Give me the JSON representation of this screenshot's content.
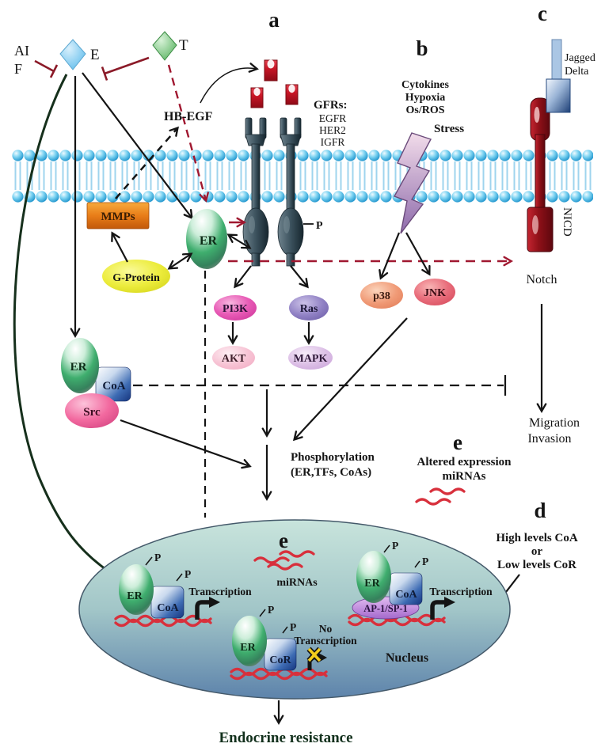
{
  "title": "Endocrine resistance signaling pathway diagram",
  "colors": {
    "membrane_head": "#1d93cc",
    "inhibition_red": "#8b1a28",
    "dashed_red": "#a01830",
    "mmps_orange": "#e87d18",
    "g_protein_yellow": "#ecec3c",
    "er_green": "#3fae6e",
    "coa_blue": "#3e6cb4",
    "src_pink": "#f2699f",
    "pi3k_magenta": "#e85bb6",
    "ras_purple": "#9081c4",
    "p38_salmon": "#f09a76",
    "jnk_red": "#e96e7c",
    "akt_pink": "#f7c3d4",
    "mapk_lavender": "#dcbfe6",
    "ap1_purple": "#a468cc",
    "notch_dark_red": "#8e1018",
    "ligand_red": "#c81626",
    "jagged_blue": "#9ab4d6",
    "stress_bolt_purple": "#8e6bab",
    "nucleus_teal": "#a2c6c8",
    "nucleus_blue": "#5d83ab",
    "rna_red": "#d8303c",
    "text_dark": "#141414",
    "endocrine_green": "#12301c"
  },
  "panels": {
    "a": "a",
    "b": "b",
    "c": "c",
    "d": "d",
    "e_cytoplasm": "e",
    "e_nucleus": "e"
  },
  "hormones": {
    "ai": "AI",
    "f": "F",
    "estrogen": "E",
    "tamoxifen": "T",
    "hb_egf": "HB-EGF"
  },
  "gfr": {
    "title": "GFRs:",
    "items": [
      "EGFR",
      "HER2",
      "IGFR"
    ]
  },
  "common": {
    "p": "P"
  },
  "stress": {
    "line1": "Cytokines",
    "line2": "Hypoxia",
    "line3": "Os/ROS",
    "label": "Stress"
  },
  "notch": {
    "jagged": "Jagged",
    "delta": "Delta",
    "nicd": "NICD",
    "label": "Notch",
    "outcome1": "Migration",
    "outcome2": "Invasion"
  },
  "proximal": {
    "mmps": "MMPs",
    "g_protein": "G-Protein",
    "er": "ER"
  },
  "kinases": {
    "pi3k": "PI3K",
    "ras": "Ras",
    "p38": "p38",
    "jnk": "JNK",
    "akt": "AKT",
    "mapk": "MAPK"
  },
  "er_complex": {
    "er": "ER",
    "coa": "CoA",
    "src": "Src"
  },
  "phospho_note": {
    "line1": "Phosphorylation",
    "line2": "(ER,TFs, CoAs)"
  },
  "mirna_note": {
    "line1": "Altered expression",
    "line2": "miRNAs"
  },
  "coreg_note": {
    "line1": "High levels CoA",
    "line2": "or",
    "line3": "Low levels CoR"
  },
  "nucleus": {
    "label": "Nucleus",
    "mirnas": "miRNAs",
    "er": "ER",
    "coa": "CoA",
    "cor": "CoR",
    "transcription": "Transcription",
    "no_transcription_line1": "No",
    "no_transcription_line2": "Transcription",
    "ap1_sp1": "AP-1/SP-1"
  },
  "outcome": {
    "endocrine_resistance": "Endocrine resistance"
  }
}
